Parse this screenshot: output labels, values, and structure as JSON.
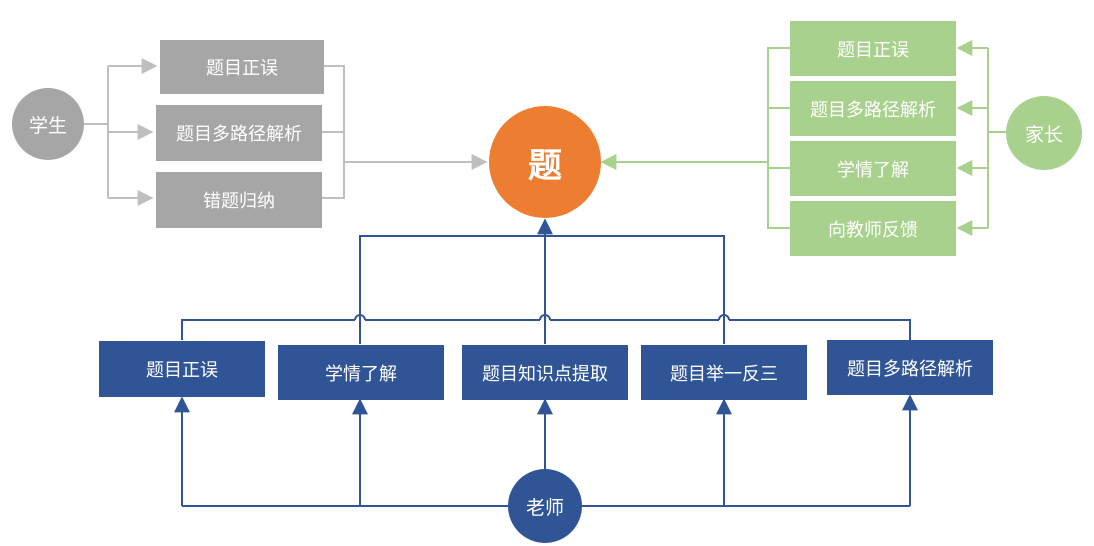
{
  "center": {
    "label": "题"
  },
  "student": {
    "label": "学生",
    "items": [
      "题目正误",
      "题目多路径解析",
      "错题归纳"
    ]
  },
  "parent": {
    "label": "家长",
    "items": [
      "题目正误",
      "题目多路径解析",
      "学情了解",
      "向教师反馈"
    ]
  },
  "teacher": {
    "label": "老师",
    "items": [
      "题目正误",
      "学情了解",
      "题目知识点提取",
      "题目举一反三",
      "题目多路径解析"
    ]
  },
  "colors": {
    "center": "#ed7d31",
    "student": "#a6a6a6",
    "parent": "#a9d18e",
    "teacher": "#2f5597"
  }
}
